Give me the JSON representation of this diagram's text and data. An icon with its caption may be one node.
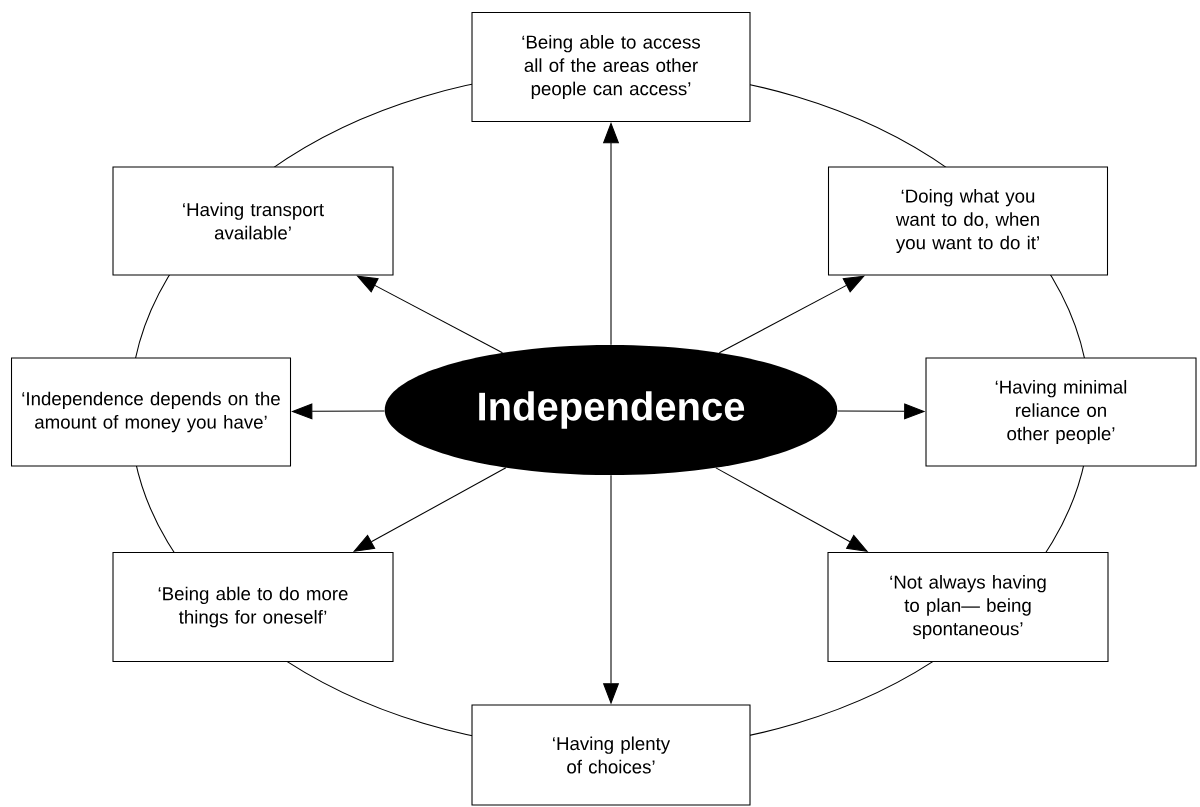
{
  "diagram": {
    "nodes": [
      {
        "text": [
          "Independence"
        ]
      },
      {
        "text": [
          "‘Being able to access all of the areas other people can access’"
        ]
      },
      {
        "text": [
          "‘Having transport available’"
        ]
      },
      {
        "text": [
          "‘Doing what you want to do, when you want to do it’"
        ]
      },
      {
        "text": [
          "‘Independence depends on the amount of money you have’"
        ]
      },
      {
        "text": [
          "‘Having minimal reliance on other people’"
        ]
      },
      {
        "text": [
          "‘Being able to do more things for oneself’"
        ]
      },
      {
        "text": [
          "‘Not always having to plan— being spontaneous’"
        ]
      },
      {
        "text": [
          "‘Having plenty of choices’"
        ]
      }
    ],
    "edges": [
      {
        "from": 0,
        "to": 1,
        "arrow": "to"
      },
      {
        "from": 0,
        "to": 2,
        "arrow": "to"
      },
      {
        "from": 0,
        "to": 3,
        "arrow": "to"
      },
      {
        "from": 0,
        "to": 4,
        "arrow": "to"
      },
      {
        "from": 0,
        "to": 5,
        "arrow": "to"
      },
      {
        "from": 0,
        "to": 6,
        "arrow": "to"
      },
      {
        "from": 0,
        "to": 7,
        "arrow": "to"
      },
      {
        "from": 0,
        "to": 8,
        "arrow": "to"
      }
    ]
  }
}
